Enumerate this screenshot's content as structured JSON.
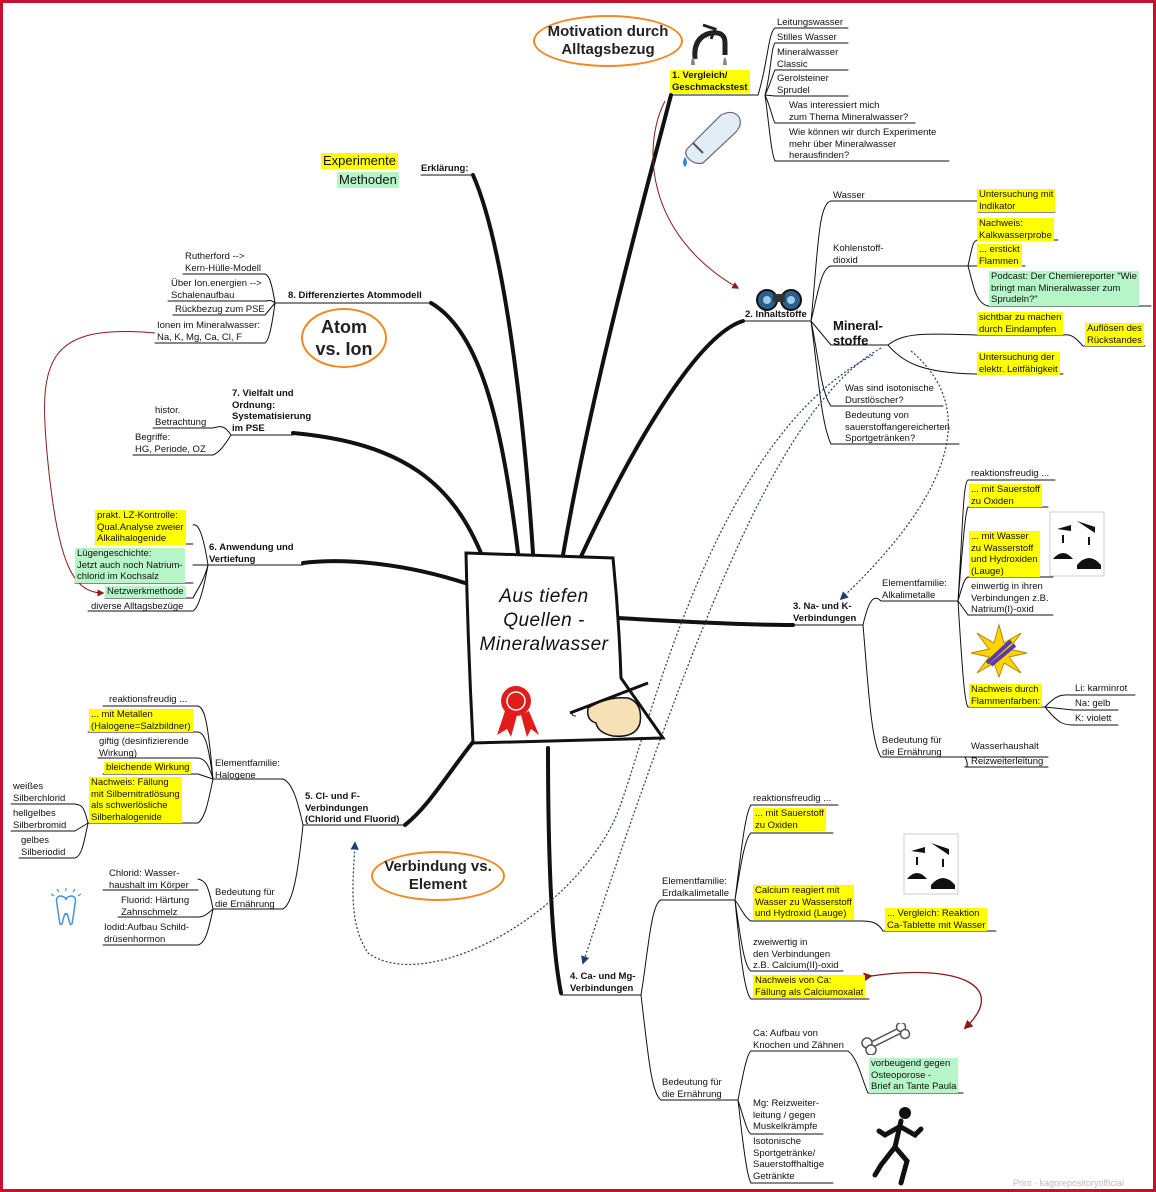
{
  "center": {
    "title": "Aus tiefen\nQuellen -\nMineralwasser"
  },
  "callouts": {
    "motivation": "Motivation durch\nAlltagsbezug",
    "atom_ion": "Atom\nvs. Ion",
    "verbindung": "Verbindung vs.\nElement"
  },
  "top_left": {
    "experimente": "Experimente",
    "methoden": "Methoden",
    "erklaerung": "Erklärung:"
  },
  "b1": {
    "label": "1. Vergleich/\nGeschmackstest",
    "items": [
      "Leitungswasser",
      "Stilles Wasser",
      "Mineralwasser\nClassic",
      "Gerolsteiner\nSprudel",
      "Was interessiert mich\nzum Thema Mineralwasser?",
      "Wie können wir durch Experimente\nmehr über Mineralwasser\nherausfinden?"
    ]
  },
  "b2": {
    "label": "2. Inhaltstoffe",
    "mineralstoffe": "Mineral-\nstoffe",
    "wasser": "Wasser",
    "wasser_y": "Untersuchung mit\nIndikator",
    "kohlen": "Kohlenstoff-\ndioxid",
    "kohlen_y1": "Nachweis:\nKalkwasserprobe",
    "kohlen_y2": "... erstickt\nFlammen",
    "podcast": "Podcast: Der Chemiereporter \"Wie\nbringt man Mineralwasser zum\nSprudeln?\"",
    "sichtbar": "sichtbar zu machen\ndurch Eindampfen",
    "aufloesen": "Auflösen des\nRückstandes",
    "leitf": "Untersuchung der\nelektr. Leitfähigkeit",
    "iso": "Was sind isotonische\nDurstlöscher?",
    "bedeutung": "Bedeutung von\nsauerstoffangereicherten\nSportgetränken?"
  },
  "b3": {
    "label": "3. Na- und K-\nVerbindungen",
    "fam": "Elementfamilie:\nAlkalimetalle",
    "reakt": "reaktionsfreudig ...",
    "sauer": "... mit Sauerstoff\nzu Oxiden",
    "wasser": "... mit Wasser\nzu Wasserstoff\nund Hydroxiden\n(Lauge)",
    "einw": "einwertig in ihren\nVerbindungen z.B.\nNatrium(I)-oxid",
    "flamme": "Nachweis durch\nFlammenfarben:",
    "li": "Li: karminrot",
    "na": "Na: gelb",
    "k": "K: violett",
    "bed": "Bedeutung für\ndie Ernährung",
    "wh": "Wasserhaushalt",
    "rl": "Reizweiterleitung"
  },
  "b4": {
    "label": "4. Ca- und Mg-\nVerbindungen",
    "fam": "Elementfamilie:\nErdalkalimetalle",
    "reakt": "reaktionsfreudig ...",
    "sauer": "... mit Sauerstoff\nzu Oxiden",
    "calcium": "Calcium reagiert mit\nWasser zu Wasserstoff\nund Hydroxid (Lauge)",
    "vergleich": "... Vergleich: Reaktion\nCa-Tablette mit Wasser",
    "zweiw": "zweiwertig in\nden Verbindungen\nz.B. Calcium(II)-oxid",
    "nachweis": "Nachweis von Ca:\nFällung als Calciumoxalat",
    "bed": "Bedeutung für\ndie Ernährung",
    "ca": "Ca: Aufbau von\nKnochen und Zähnen",
    "osteo": "vorbeugend gegen\nOsteoporose -\nBrief an Tante Paula",
    "mg": "Mg: Reizweiter-\nleitung / gegen\nMuskelkrämpfe",
    "iso": "Isotonische\nSportgetränke/\nSauerstoffhaltige\nGetränkte"
  },
  "b5": {
    "label": "5. Cl- und F-\nVerbindungen\n(Chlorid und Fluorid)",
    "fam": "Elementfamilie:\nHalogene",
    "reakt": "reaktionsfreudig ...",
    "metall": "... mit Metallen\n(Halogene=Salzbildner)",
    "giftig": "giftig (desinfizierende\nWirkung)",
    "bleich": "bleichende Wirkung",
    "nachweis": "Nachweis: Fällung\nmit Silbernitratlösung\nals schwerlösliche\nSilberhalogenide",
    "weiss": "weißes\nSilberchlorid",
    "hellgelb": "hellgelbes\nSilberbromid",
    "gelb": "gelbes\nSilberiodid",
    "bed": "Bedeutung für\ndie Ernährung",
    "chlorid": "Chlorid: Wasser-\nhaushalt im Körper",
    "fluorid": "Fluorid: Härtung\nZahnschmelz",
    "iodid": "Iodid:Aufbau Schild-\ndrüsenhormon"
  },
  "b6": {
    "label": "6. Anwendung und\nVertiefung",
    "prakt": "prakt. LZ-Kontrolle:\nQual.Analyse zweier\nAlkalihalogenide",
    "luegen": "Lügengeschichte:\nJetzt auch noch Natrium-\nchlorid im Kochsalz",
    "netz": "Netzwerkmethode",
    "diverse": "diverse Alltagsbezüge"
  },
  "b7": {
    "label": "7. Vielfalt und\nOrdnung:\nSystematisierung\nim PSE",
    "histor": "histor.\nBetrachtung",
    "begriffe": "Begriffe:\nHG, Periode, OZ"
  },
  "b8": {
    "label": "8. Differenziertes Atommodell",
    "ruth": "Rutherford -->\nKern-Hülle-Modell",
    "ueber": "Über Ion.energien -->\nSchalenaufbau",
    "rueck": "Rückbezug zum PSE",
    "ionen": "Ionen im Mineralwasser:\nNa, K, Mg, Ca, Cl, F"
  },
  "watermark": "Print · kagorepositoryofficial",
  "colors": {
    "frame": "#c8102e",
    "highlight_yellow": "#ffff00",
    "highlight_green": "#b6f5c8",
    "callout": "#f08a24",
    "link_red": "#8b1a1a",
    "link_blue": "#1f3d6b"
  },
  "icons": [
    "tap-icon",
    "bottle-icon",
    "binoculars-icon",
    "seal-icon",
    "writing-hand-icon",
    "corrosive-hazard-icon",
    "flame-burst-icon",
    "bone-icon",
    "runner-icon",
    "tooth-icon"
  ]
}
